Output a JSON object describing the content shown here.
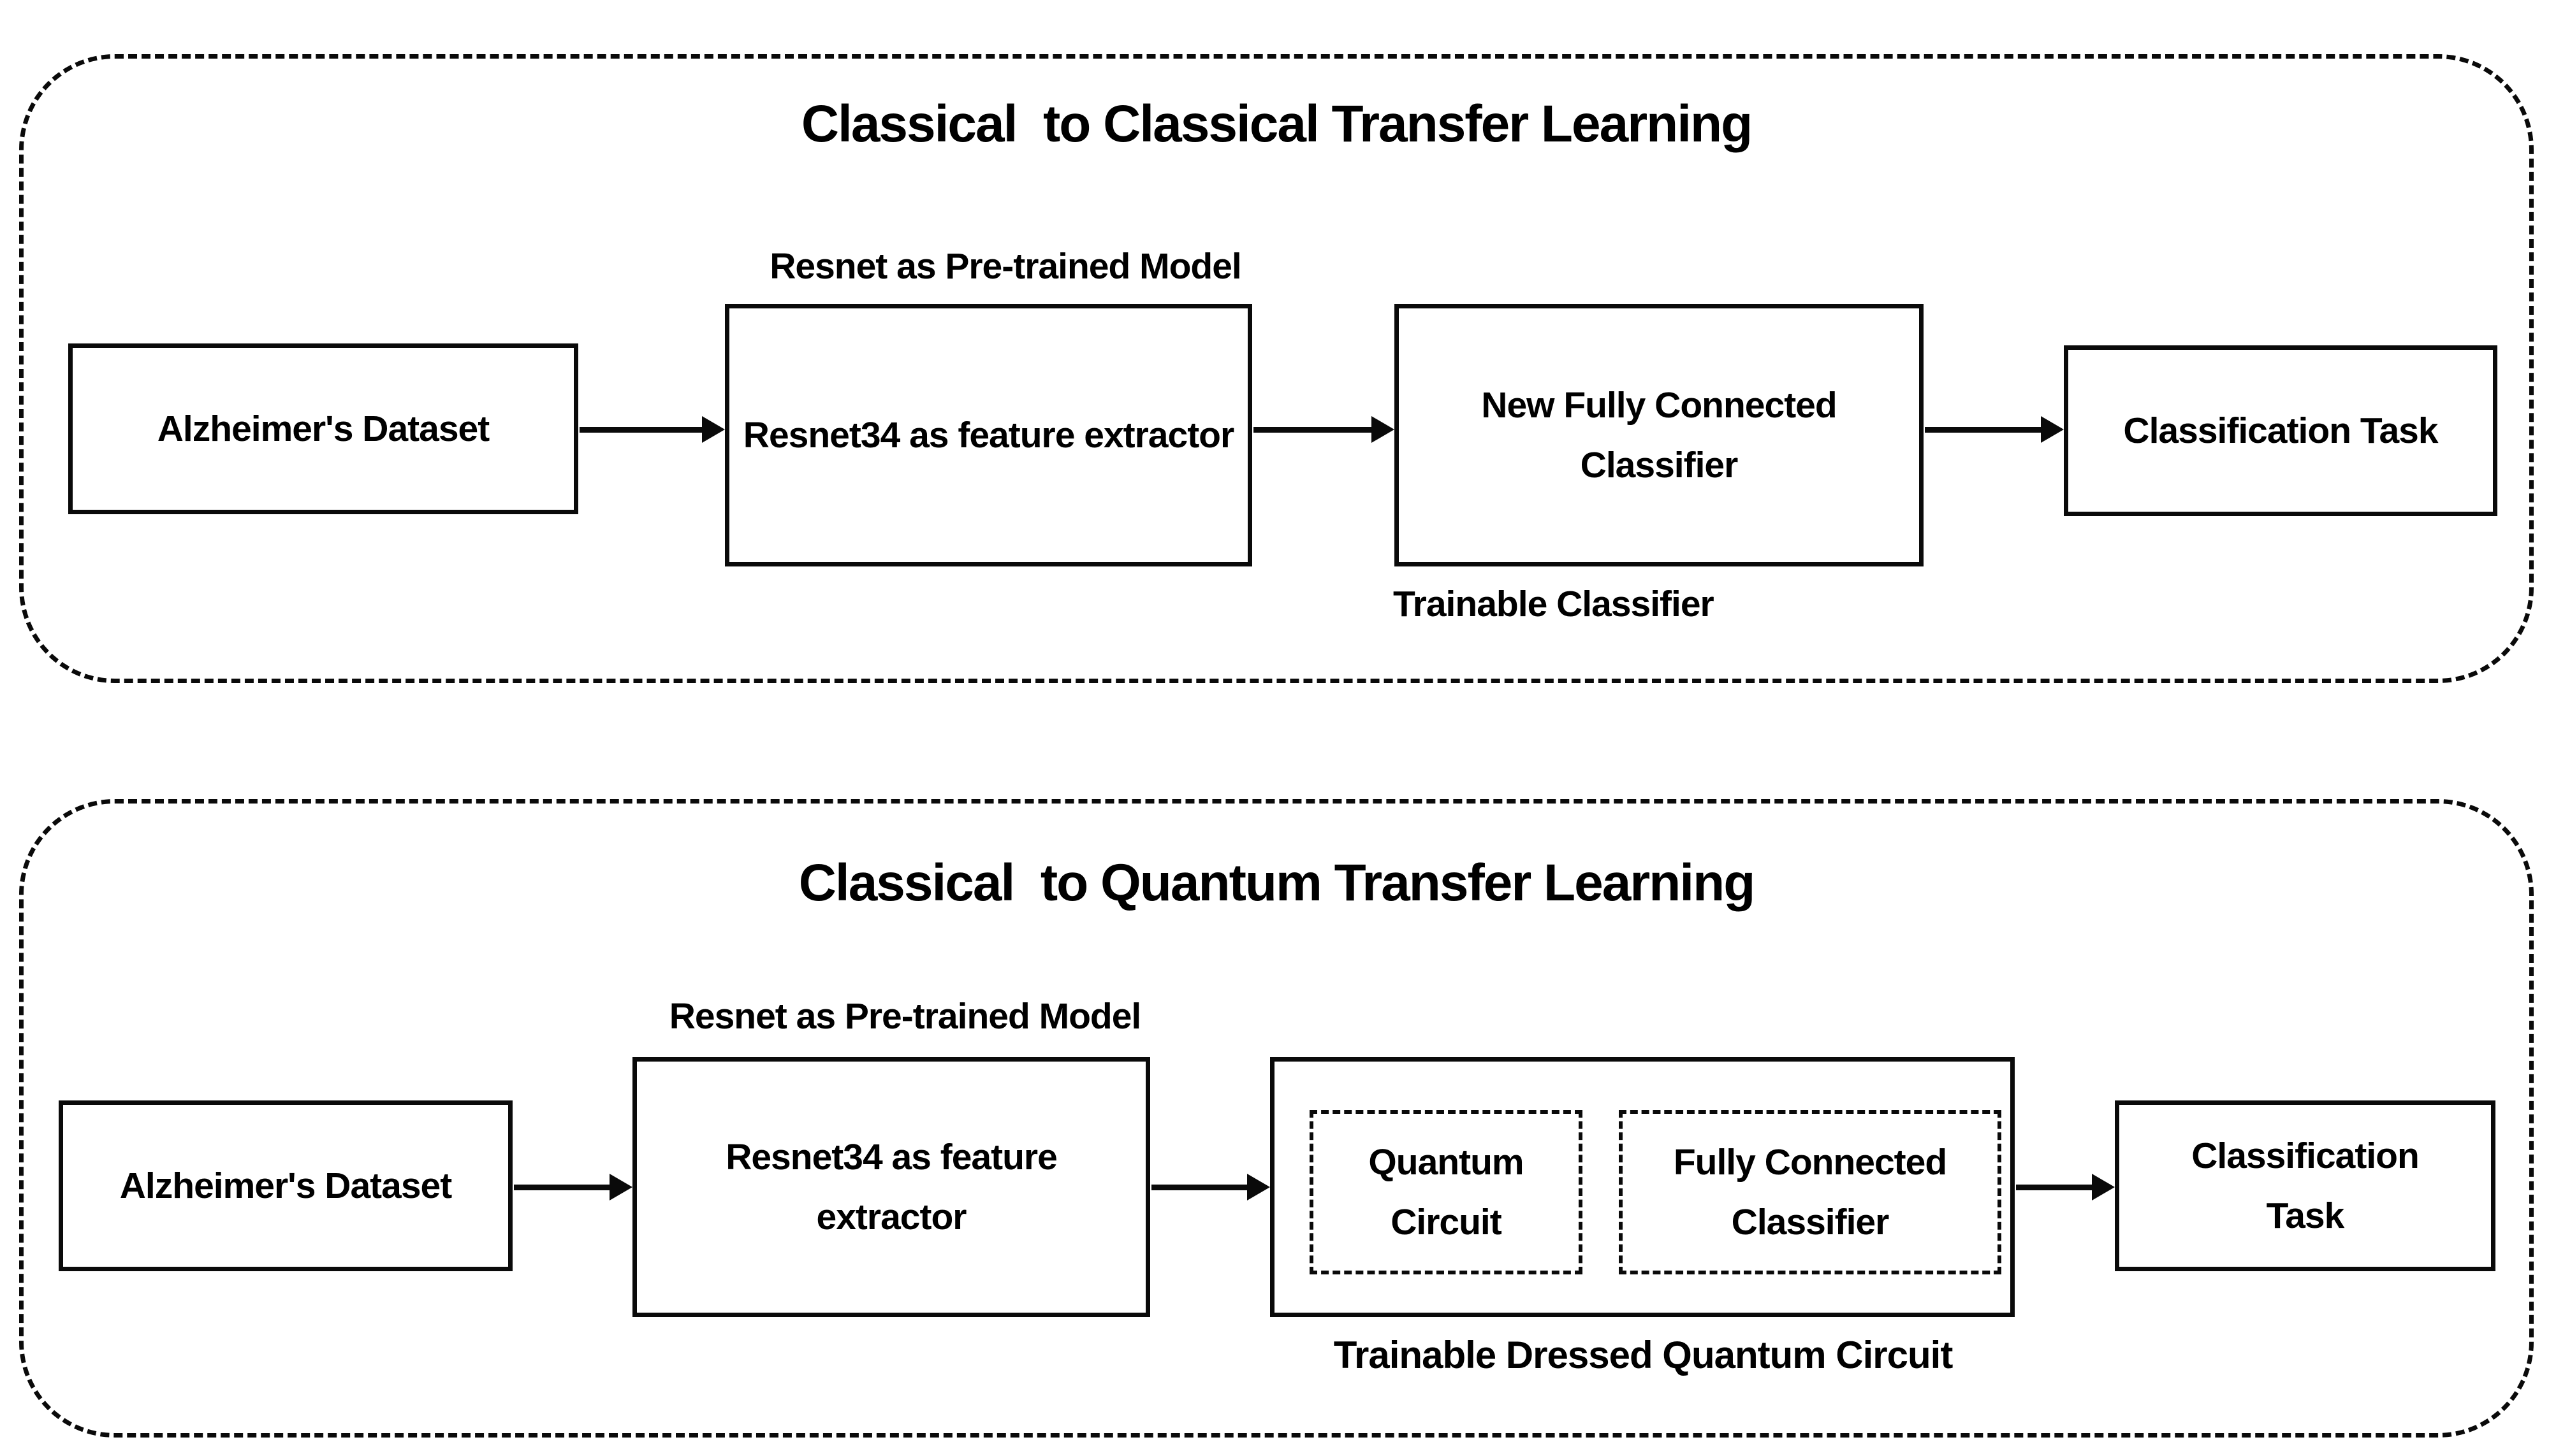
{
  "colors": {
    "background": "#ffffff",
    "ink": "#0a0a0a"
  },
  "panels": [
    {
      "id": "classical-to-classical",
      "title": "Classical  to Classical Transfer Learning",
      "pretrained_label": "Resnet as Pre-trained Model",
      "trainable_label": "Trainable Classifier",
      "nodes": {
        "dataset": "Alzheimer's Dataset",
        "feature_extractor": "Resnet34 as feature extractor",
        "classifier": "New Fully Connected Classifier",
        "task": "Classification Task"
      }
    },
    {
      "id": "classical-to-quantum",
      "title": "Classical  to Quantum Transfer Learning",
      "pretrained_label": "Resnet as Pre-trained Model",
      "trainable_label": "Trainable Dressed Quantum Circuit",
      "nodes": {
        "dataset": "Alzheimer's Dataset",
        "feature_extractor": "Resnet34 as feature extractor",
        "quantum_circuit": "Quantum Circuit",
        "fc_classifier": "Fully Connected Classifier",
        "task": "Classification Task"
      }
    }
  ]
}
